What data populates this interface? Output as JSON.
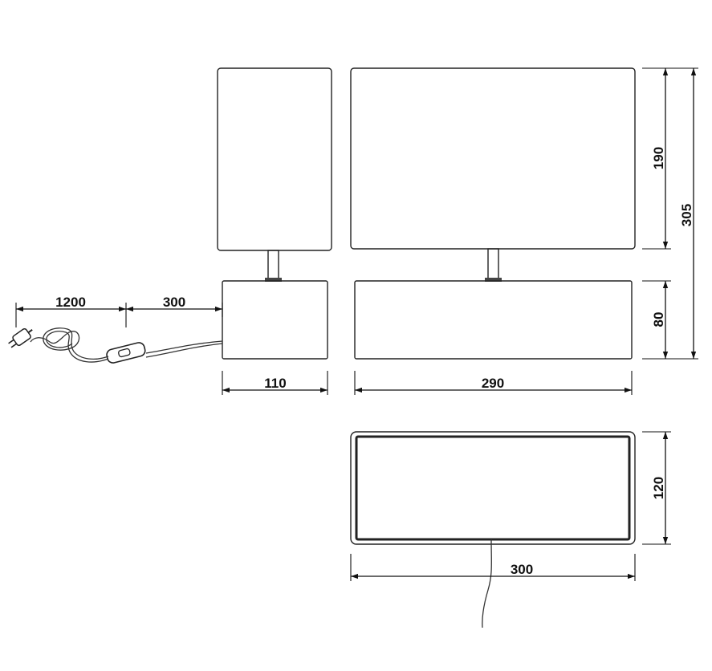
{
  "dimensions": {
    "cable_length": "1200",
    "cable_to_switch": "300",
    "side_width": "110",
    "front_width": "290",
    "shade_height": "190",
    "base_height": "80",
    "total_height": "305",
    "top_depth": "120",
    "top_width": "300"
  },
  "colors": {
    "line": "#222222",
    "background": "#ffffff"
  }
}
